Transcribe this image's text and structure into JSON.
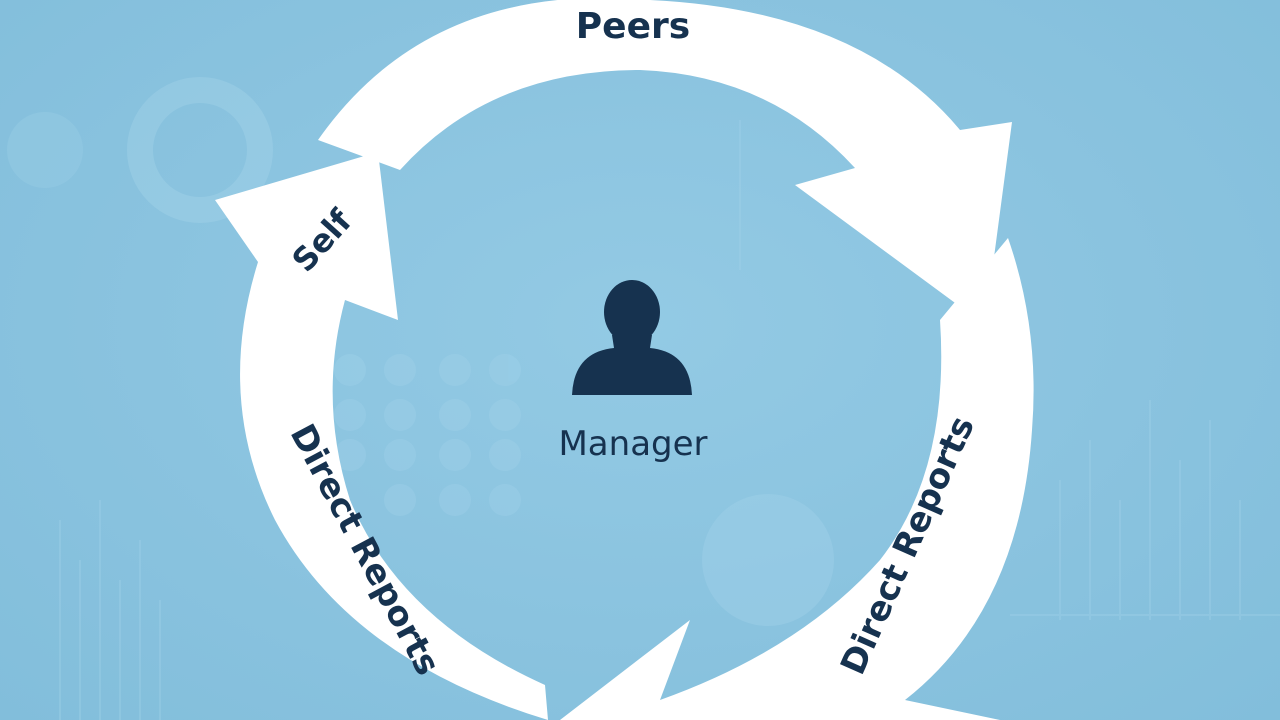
{
  "diagram": {
    "center": {
      "label": "Manager",
      "icon": "person-icon"
    },
    "cycle": {
      "top": "Peers",
      "upper_left": "Self",
      "lower_left": "Direct Reports",
      "lower_right": "Direct Reports"
    }
  },
  "colors": {
    "background": "#8dc5e0",
    "arrow": "#ffffff",
    "text": "#16324f"
  }
}
